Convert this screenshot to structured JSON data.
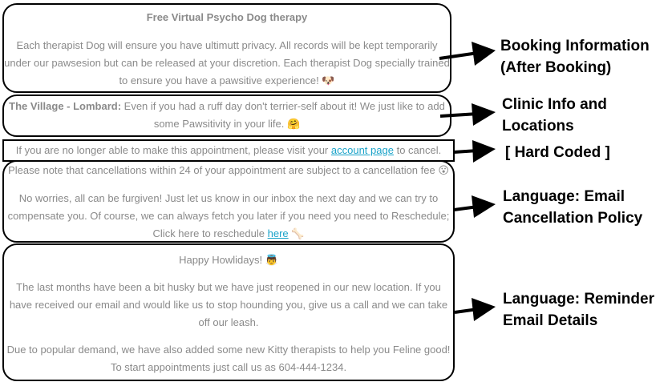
{
  "boxes": {
    "booking": {
      "title": "Free Virtual Psycho Dog therapy",
      "line1": "Each therapist Dog will ensure you have ultimutt privacy. All records will be kept temporarily",
      "line2": "under our pawsesion but can be released at your discretion. Each therapist Dog specially trained",
      "line3": "to ensure you have a pawsitive experience! 🐶"
    },
    "clinic": {
      "name": "The Village - Lombard:",
      "line1": " Even if you had a ruff day don't terrier-self about it! We just like to add",
      "line2": "some Pawsitivity in your life. 🤗"
    },
    "hardcoded": {
      "text_before": "If you are no longer able to make this appointment, please visit your ",
      "link": "account page",
      "text_after": " to cancel."
    },
    "cancellation": {
      "line1": "Please note that cancellations within 24 of your appointment are subject to a cancellation fee 😮",
      "line2": "No worries, all can be furgiven! Just let us know in our inbox the next day and we can try to",
      "line3": "compensate you. Of course, we can always fetch you later if you need you need to Reschedule;",
      "line4_before": "Click here to reschedule ",
      "line4_link": "here",
      "line4_after": " 🦴"
    },
    "reminder": {
      "line1": "Happy Howlidays! 👼",
      "line2": "The last months have been a bit husky but we have just reopened in our new location. If you",
      "line3": "have received our email and would like us to stop hounding you, give us a call and we can take",
      "line4": "off our leash.",
      "line5": "Due to popular demand, we have also added some new Kitty therapists to help you Feline good!",
      "line6": "To start appointments just call us as 604-444-1234."
    }
  },
  "labels": {
    "booking": {
      "line1": "Booking Information",
      "line2": "(After Booking)"
    },
    "clinic": {
      "line1": "Clinic Info and",
      "line2": "Locations"
    },
    "hardcoded": {
      "line1": "[ Hard Coded ]"
    },
    "cancellation": {
      "line1": "Language: Email",
      "line2": "Cancellation Policy"
    },
    "reminder": {
      "line1": "Language: Reminder",
      "line2": "Email Details"
    }
  },
  "colors": {
    "text": "#8a8a8a",
    "link": "#1aa3c9",
    "border": "#000000"
  }
}
